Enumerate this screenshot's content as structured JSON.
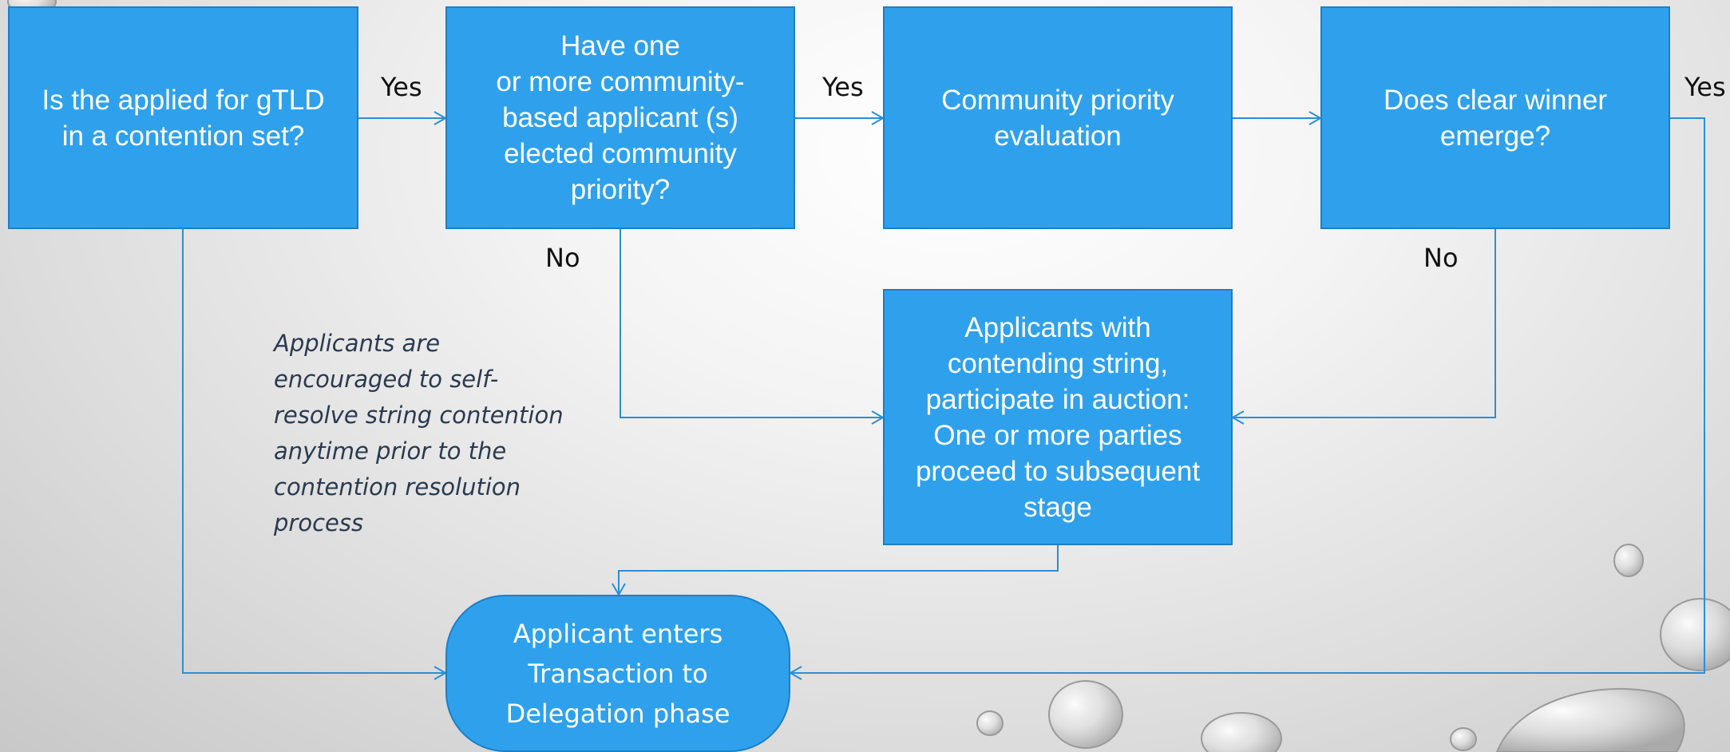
{
  "nodes": {
    "contention_set": "Is the applied for gTLD\nin a contention set?",
    "community_elected": "Have one\nor more community-\nbased applicant (s)\nelected community\npriority?",
    "priority_evaluation": "Community priority\nevaluation",
    "clear_winner": "Does clear winner\nemerge?",
    "auction": "Applicants with\ncontending string,\nparticipate in auction:\nOne or more parties\nproceed to subsequent\nstage",
    "delegation": "Applicant enters\nTransaction to\nDelegation phase"
  },
  "edge_labels": {
    "yes_1": "Yes",
    "yes_2": "Yes",
    "yes_3": "Yes",
    "no_1": "No",
    "no_2": "No"
  },
  "note": "Applicants are\nencouraged to self-\nresolve string contention\nanytime prior to the\ncontention resolution\nprocess",
  "colors": {
    "box_fill": "#2fa1ec",
    "box_border": "#1d7fc4",
    "connector": "#2a8fd6",
    "note_text": "#2b3a4f"
  }
}
